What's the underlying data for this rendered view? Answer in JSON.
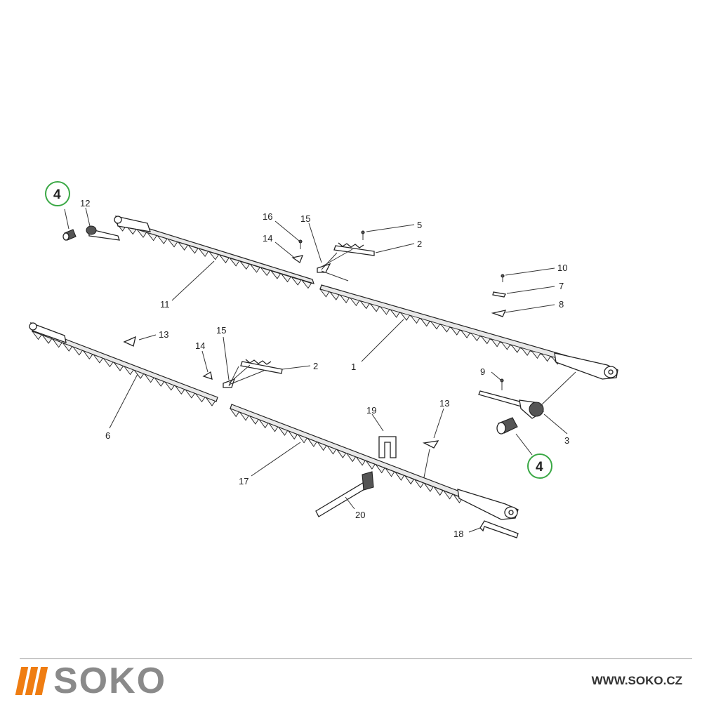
{
  "diagram": {
    "callouts": {
      "c1": "1",
      "c2a": "2",
      "c2b": "2",
      "c3": "3",
      "c4a": "4",
      "c4b": "4",
      "c5": "5",
      "c6": "6",
      "c7": "7",
      "c8": "8",
      "c9": "9",
      "c10": "10",
      "c11": "11",
      "c12": "12",
      "c13a": "13",
      "c13b": "13",
      "c14a": "14",
      "c14b": "14",
      "c15a": "15",
      "c15b": "15",
      "c16": "16",
      "c17": "17",
      "c18": "18",
      "c19": "19",
      "c20": "20"
    },
    "highlight_color": "#3aa845"
  },
  "footer": {
    "brand": "SOKO",
    "url": "WWW.SOKO.CZ",
    "accent_color": "#ef7d12"
  }
}
